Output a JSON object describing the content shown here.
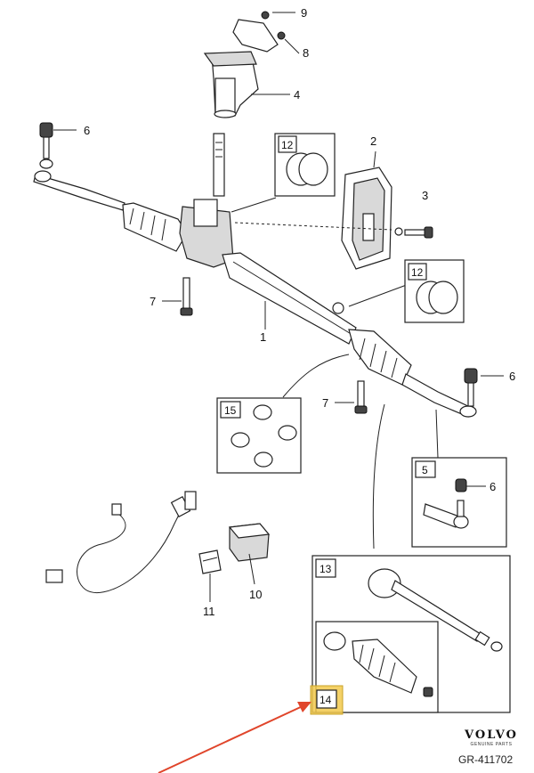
{
  "diagram": {
    "callouts": {
      "c1": "1",
      "c2": "2",
      "c3": "3",
      "c4": "4",
      "c6a": "6",
      "c6b": "6",
      "c6c": "6",
      "c7a": "7",
      "c7b": "7",
      "c8": "8",
      "c9": "9",
      "c10": "10",
      "c11": "11"
    },
    "boxes": {
      "b12a": "12",
      "b12b": "12",
      "b15": "15",
      "b5": "5",
      "b13": "13",
      "b14": "14"
    },
    "highlight_color": "#f2c94c",
    "arrow_color": "#e0452b"
  },
  "footer": {
    "brand": "VOLVO",
    "brand_sub": "GENUINE PARTS",
    "reference": "GR-411702"
  }
}
